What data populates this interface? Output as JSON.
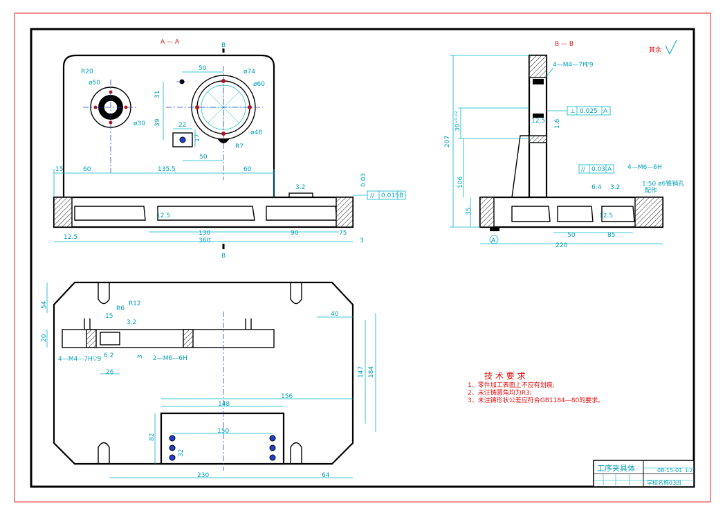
{
  "views": {
    "section_aa": "A — A",
    "section_bb": "B — B",
    "mark_b_top": "B",
    "mark_b_bottom": "B",
    "datum_a": "A"
  },
  "surface_note": "其余",
  "front_view": {
    "d_r20": "R20",
    "d_phi50": "ø50",
    "d_phi30": "ø30",
    "d_50": "50",
    "d_31": "31",
    "d_39": "39",
    "d_22": "22",
    "d_17": "17",
    "d_50b": "50",
    "d_phi74": "ø74",
    "d_phi60": "ø60",
    "d_phi48": "ø48",
    "d_r7": "R7",
    "d_15": "15",
    "d_60a": "60",
    "d_135": "135.5",
    "d_60b": "60",
    "d_3_2": "3.2",
    "d_12_5a": "12.5",
    "d_12_5b": "12.5",
    "d_130": "130",
    "d_90": "90",
    "d_75": "75",
    "d_360": "360",
    "d_3": "3",
    "d_0_03": "0.03",
    "tol_parallel": "0.015",
    "tol_datum": "B"
  },
  "side_view": {
    "d_m4": "4—M4—7H",
    "d_m4_depth": "▽9",
    "d_12_5": "12.5",
    "d_1_6": "1.6",
    "d_207": "207",
    "d_30": "30⁺⁰·⁰²",
    "d_106": "106",
    "d_35": "35",
    "tol_perp": "0.025",
    "tol_perp_datum": "A",
    "tol_par": "0.03",
    "tol_par_datum": "A",
    "d_m6": "4—M6—6H",
    "d_m6_note": "1:50  ø6锥销孔",
    "d_m6_note2": "配作",
    "d_6_4": "6.4",
    "d_3_2": "3.2",
    "d_12_5b": "12.5",
    "d_50": "50",
    "d_85": "85",
    "d_220": "220"
  },
  "top_view": {
    "d_54": "54",
    "d_r12": "R12",
    "d_r6": "R6",
    "d_15": "15",
    "d_20": "20",
    "d_3_2": "3.2",
    "d_6_2": "6.2",
    "d_3": "3",
    "d_m4": "4—M4—7H▽9",
    "d_26": "26",
    "d_m6": "2—M6—6H",
    "d_40": "40",
    "d_147": "147",
    "d_184": "184",
    "d_148": "148",
    "d_156": "156",
    "d_82": "82",
    "d_150": "150",
    "d_32": "32",
    "d_230": "230",
    "d_64": "64"
  },
  "tech_req": {
    "title": "技 术 要 求",
    "lines": [
      "1、零件加工表面上不应有划痕;",
      "2、未注铸圆角均为R3;",
      "3、未注铸形状公差应符合GB1184—80的要求。"
    ]
  },
  "title_block": {
    "name": "工序夹具体",
    "drawing_no": "08-15-01",
    "scale_note": "1:2",
    "school": "学校名称03班"
  }
}
